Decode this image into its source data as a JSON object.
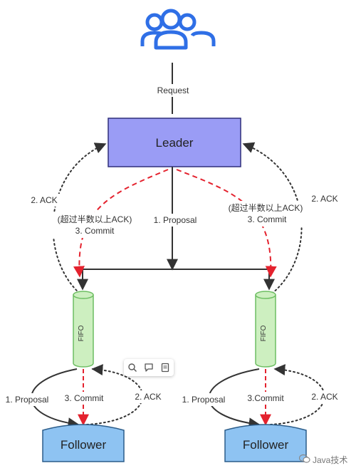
{
  "nodes": {
    "leader": "Leader",
    "follower_left": "Follower",
    "follower_right": "Follower",
    "fifo_left": "FIFO",
    "fifo_right": "FIFO"
  },
  "edges": {
    "request": "Request",
    "proposal_leader": "1. Proposal",
    "ack_left": "2. ACK",
    "ack_right": "2. ACK",
    "majority_left": "(超过半数以上ACK)",
    "commit_left": "3. Commit",
    "majority_right": "(超过半数以上ACK)",
    "commit_right": "3. Commit",
    "proposal_fl": "1. Proposal",
    "commit_fl": "3. Commit",
    "ack_fl": "2. ACK",
    "proposal_fr": "1. Proposal",
    "commit_fr": "3.Commit",
    "ack_fr": "2. ACK"
  },
  "watermark": "Java技术",
  "colors": {
    "users_icon": "#2F6FE6",
    "leader_fill": "#9A9CF5",
    "leader_border": "#2F2F7A",
    "fifo_fill": "#CDEFC0",
    "fifo_border": "#6DBE62",
    "follower_fill": "#8EC3F2",
    "follower_border": "#2C5D8A",
    "commit_line": "#E4222E",
    "solid_line": "#333333",
    "dotted_line": "#333333"
  },
  "icons": [
    "users-icon",
    "search-icon",
    "comment-icon",
    "note-icon",
    "wechat-icon"
  ]
}
